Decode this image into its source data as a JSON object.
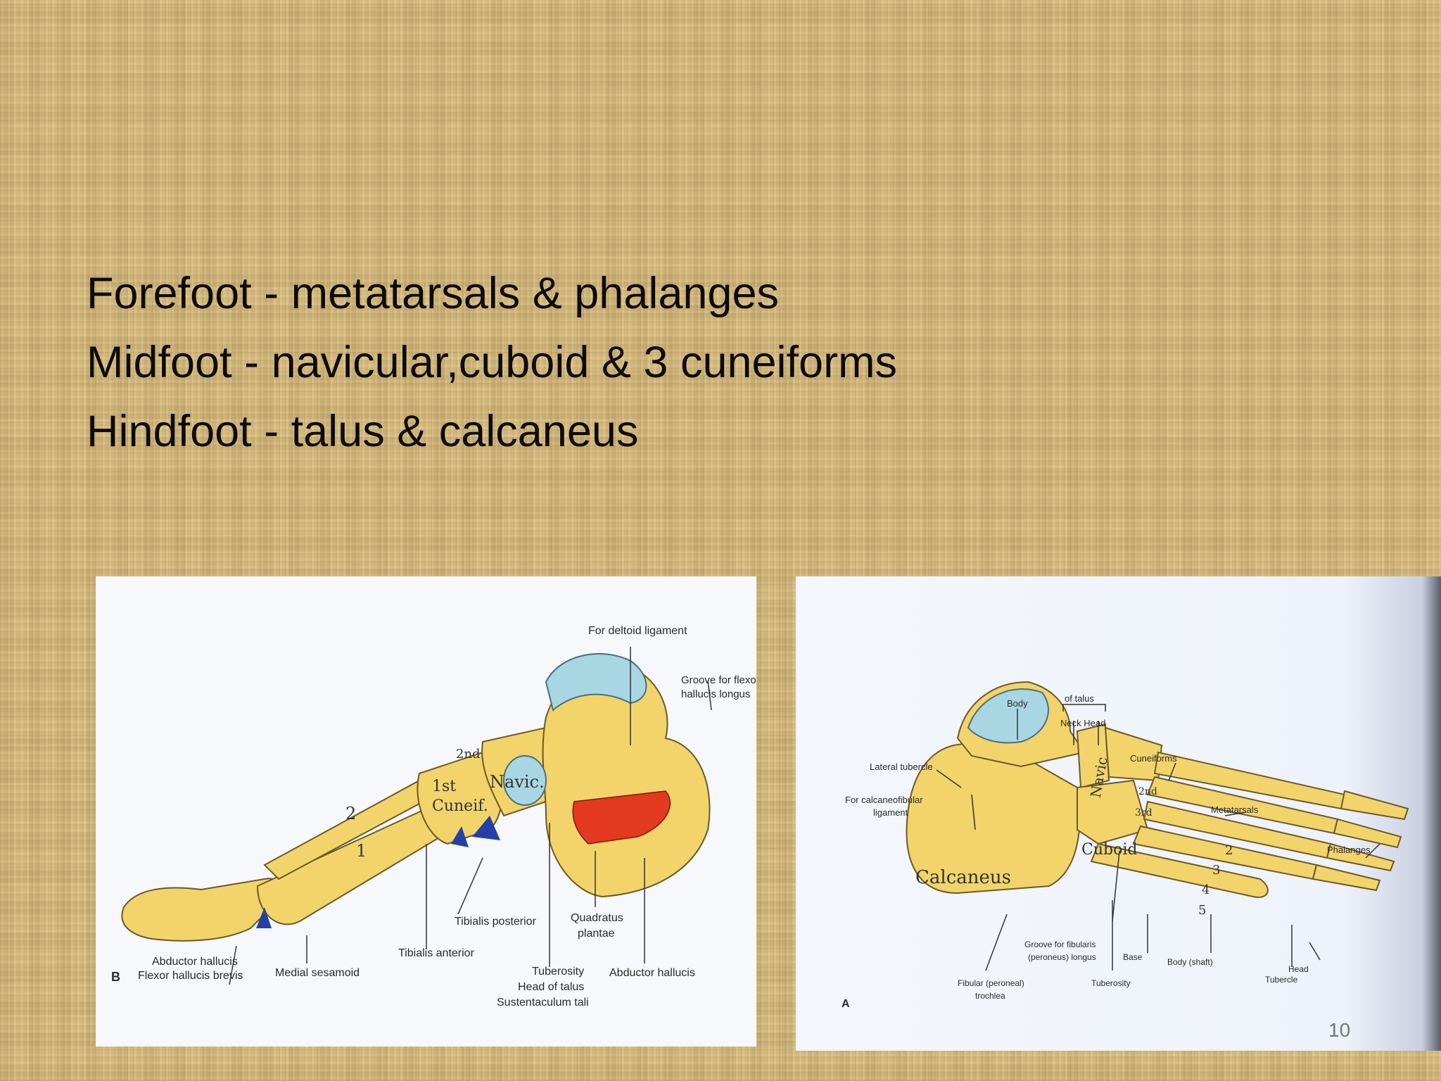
{
  "slide": {
    "bullets": [
      "Forefoot - metatarsals & phalanges",
      "Midfoot - navicular,cuboid & 3 cuneiforms",
      "Hindfoot - talus & calcaneus"
    ],
    "page_number": "10"
  },
  "figure_left": {
    "panel_letter": "B",
    "labels": {
      "deltoid": "For deltoid ligament",
      "groove_fhl_1": "Groove for flexor",
      "groove_fhl_2": "hallucis longus",
      "second": "2nd",
      "first_1": "1st",
      "first_2": "Cuneif.",
      "navic": "Navic.",
      "mt2": "2",
      "mt1": "1",
      "tib_post": "Tibialis posterior",
      "tib_ant": "Tibialis anterior",
      "quad_1": "Quadratus",
      "quad_2": "plantae",
      "abd_hal_1": "Abductor hallucis",
      "fhb": "Flexor hallucis brevis",
      "medial_sesamoid": "Medial sesamoid",
      "tuberosity": "Tuberosity",
      "head_talus": "Head of talus",
      "sustentaculum": "Sustentaculum tali",
      "abd_hal_2": "Abductor hallucis"
    }
  },
  "figure_right": {
    "panel_letter": "A",
    "labels": {
      "body": "Body",
      "of_talus": "of talus",
      "neck_head": "Neck Head",
      "lateral_tubercle": "Lateral tubercle",
      "calcaneofibular_1": "For calcaneofibular",
      "calcaneofibular_2": "ligament",
      "cuneiforms": "Cuneiforms",
      "second": "2nd",
      "third": "3rd",
      "navic": "Navic",
      "metatarsals": "Metatarsals",
      "phalanges": "Phalanges",
      "cuboid": "Cuboid",
      "calcaneus": "Calcaneus",
      "mt2": "2",
      "mt3": "3",
      "mt4": "4",
      "mt5": "5",
      "groove_1": "Groove for fibularis",
      "groove_2": "(peroneus) longus",
      "base": "Base",
      "body_shaft": "Body (shaft)",
      "head": "Head",
      "tubercle": "Tubercle",
      "fibular_1": "Fibular (peroneal)",
      "fibular_2": "trochlea",
      "tuberosity": "Tuberosity"
    }
  },
  "colors": {
    "bone": "#f2d46a",
    "cartilage": "#a9d6e3",
    "muscle_red": "#e3391f",
    "muscle_blue": "#2440a8"
  }
}
